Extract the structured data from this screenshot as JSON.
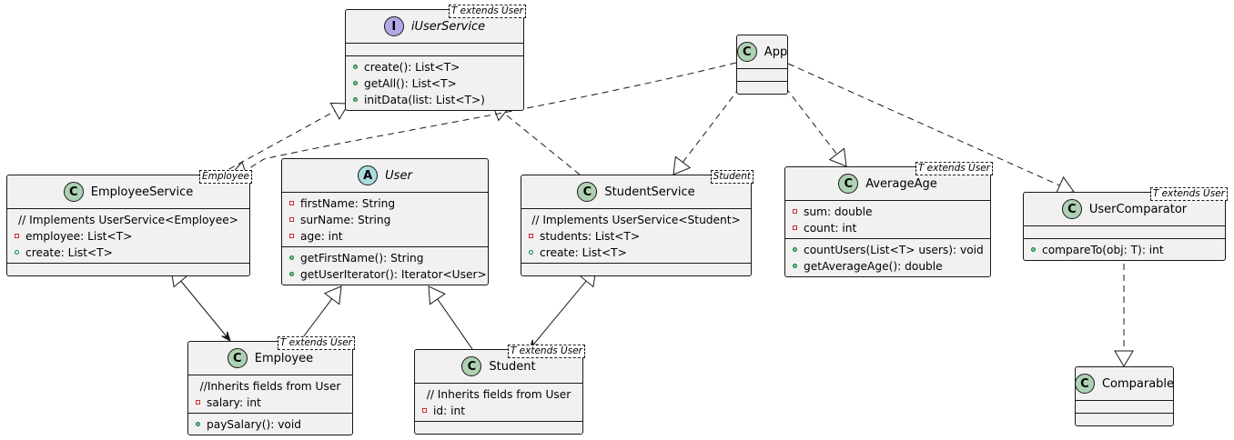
{
  "diagram": {
    "classes": [
      {
        "id": "iuserservice",
        "kind": "interface",
        "name": "iUserService",
        "italic": true,
        "type_param": "T extends User",
        "sections": [
          [],
          [
            {
              "vis": "public",
              "text": "create(): List<T>"
            },
            {
              "vis": "public",
              "text": "getAll(): List<T>"
            },
            {
              "vis": "public",
              "text": "initData(list: List<T>)"
            }
          ]
        ]
      },
      {
        "id": "app",
        "kind": "class",
        "name": "App",
        "sections": [
          [],
          []
        ]
      },
      {
        "id": "employeeservice",
        "kind": "class",
        "name": "EmployeeService",
        "type_param": "Employee",
        "sections": [
          [
            {
              "vis": "none",
              "text": "// Implements UserService<Employee>"
            },
            {
              "vis": "private",
              "text": "employee: List<T>"
            },
            {
              "vis": "public-open",
              "text": "create: List<T>"
            }
          ],
          []
        ]
      },
      {
        "id": "user",
        "kind": "abstract",
        "name": "User",
        "italic": true,
        "sections": [
          [
            {
              "vis": "private",
              "text": "firstName: String"
            },
            {
              "vis": "private",
              "text": "surName: String"
            },
            {
              "vis": "private",
              "text": "age: int"
            }
          ],
          [
            {
              "vis": "public",
              "text": "getFirstName(): String"
            },
            {
              "vis": "public",
              "text": "getUserIterator(): Iterator<User>"
            }
          ]
        ]
      },
      {
        "id": "studentservice",
        "kind": "class",
        "name": "StudentService",
        "type_param": "Student",
        "sections": [
          [
            {
              "vis": "none",
              "text": "// Implements UserService<Student>"
            },
            {
              "vis": "private",
              "text": "students: List<T>"
            },
            {
              "vis": "public-open",
              "text": "create: List<T>"
            }
          ],
          []
        ]
      },
      {
        "id": "averageage",
        "kind": "class",
        "name": "AverageAge",
        "type_param": "T extends User",
        "sections": [
          [
            {
              "vis": "private",
              "text": "sum: double"
            },
            {
              "vis": "private",
              "text": "count: int"
            }
          ],
          [
            {
              "vis": "public",
              "text": "countUsers(List<T> users): void"
            },
            {
              "vis": "public",
              "text": "getAverageAge(): double"
            }
          ]
        ]
      },
      {
        "id": "usercomparator",
        "kind": "class",
        "name": "UserComparator",
        "type_param": "T extends User",
        "sections": [
          [],
          [
            {
              "vis": "public",
              "text": "compareTo(obj: T): int"
            }
          ]
        ]
      },
      {
        "id": "employee",
        "kind": "class",
        "name": "Employee",
        "type_param": "T extends User",
        "sections": [
          [
            {
              "vis": "none",
              "text": "//Inherits fields from User"
            },
            {
              "vis": "private",
              "text": "salary: int"
            }
          ],
          [
            {
              "vis": "public",
              "text": "paySalary(): void"
            }
          ]
        ]
      },
      {
        "id": "student",
        "kind": "class",
        "name": "Student",
        "type_param": "T extends User",
        "sections": [
          [
            {
              "vis": "none",
              "text": "// Inherits fields from User"
            },
            {
              "vis": "private",
              "text": "id: int"
            }
          ],
          []
        ]
      },
      {
        "id": "comparable",
        "kind": "class",
        "name": "Comparable",
        "sections": [
          [],
          []
        ]
      }
    ],
    "relations": [
      {
        "from": "employeeservice",
        "to": "iuserservice",
        "type": "realization"
      },
      {
        "from": "studentservice",
        "to": "iuserservice",
        "type": "realization"
      },
      {
        "from": "app",
        "to": "employeeservice",
        "type": "realization"
      },
      {
        "from": "app",
        "to": "studentservice",
        "type": "realization"
      },
      {
        "from": "app",
        "to": "averageage",
        "type": "realization"
      },
      {
        "from": "app",
        "to": "usercomparator",
        "type": "realization"
      },
      {
        "from": "usercomparator",
        "to": "comparable",
        "type": "realization"
      },
      {
        "from": "employee",
        "to": "user",
        "type": "inheritance"
      },
      {
        "from": "student",
        "to": "user",
        "type": "inheritance"
      },
      {
        "from": "employee",
        "to": "employeeservice",
        "type": "generalization-association"
      },
      {
        "from": "student",
        "to": "studentservice",
        "type": "generalization-association"
      }
    ]
  }
}
